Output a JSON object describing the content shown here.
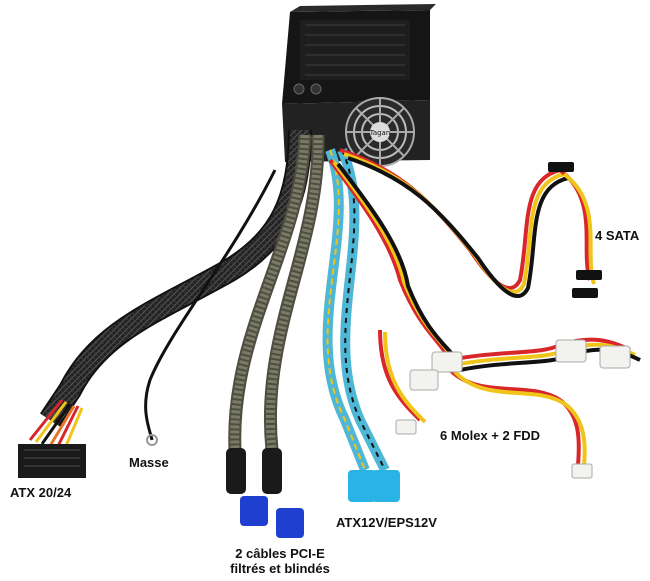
{
  "photo": {
    "psu_brand": "Tagan",
    "labels": {
      "atx": "ATX 20/24",
      "masse": "Masse",
      "pcie_line1": "2 câbles PCI-E",
      "pcie_line2": "filtrés et blindés",
      "atx12v": "ATX12V/EPS12V",
      "molex": "6 Molex + 2 FDD",
      "sata": "4 SATA"
    },
    "colors": {
      "background": "#ffffff",
      "psu_body": "#1a1a1a",
      "wire_red": "#d8262a",
      "wire_yellow": "#f0c419",
      "wire_black": "#1b1b1b",
      "wire_orange": "#e8742a",
      "pcie_sleeve": "#6b6b58",
      "atx12v_sleeve": "#4fb7d6",
      "pcie_connector": "#1f3fd0",
      "atx12v_connector": "#2ab3e6",
      "molex_connector": "#f2f2ee"
    }
  }
}
